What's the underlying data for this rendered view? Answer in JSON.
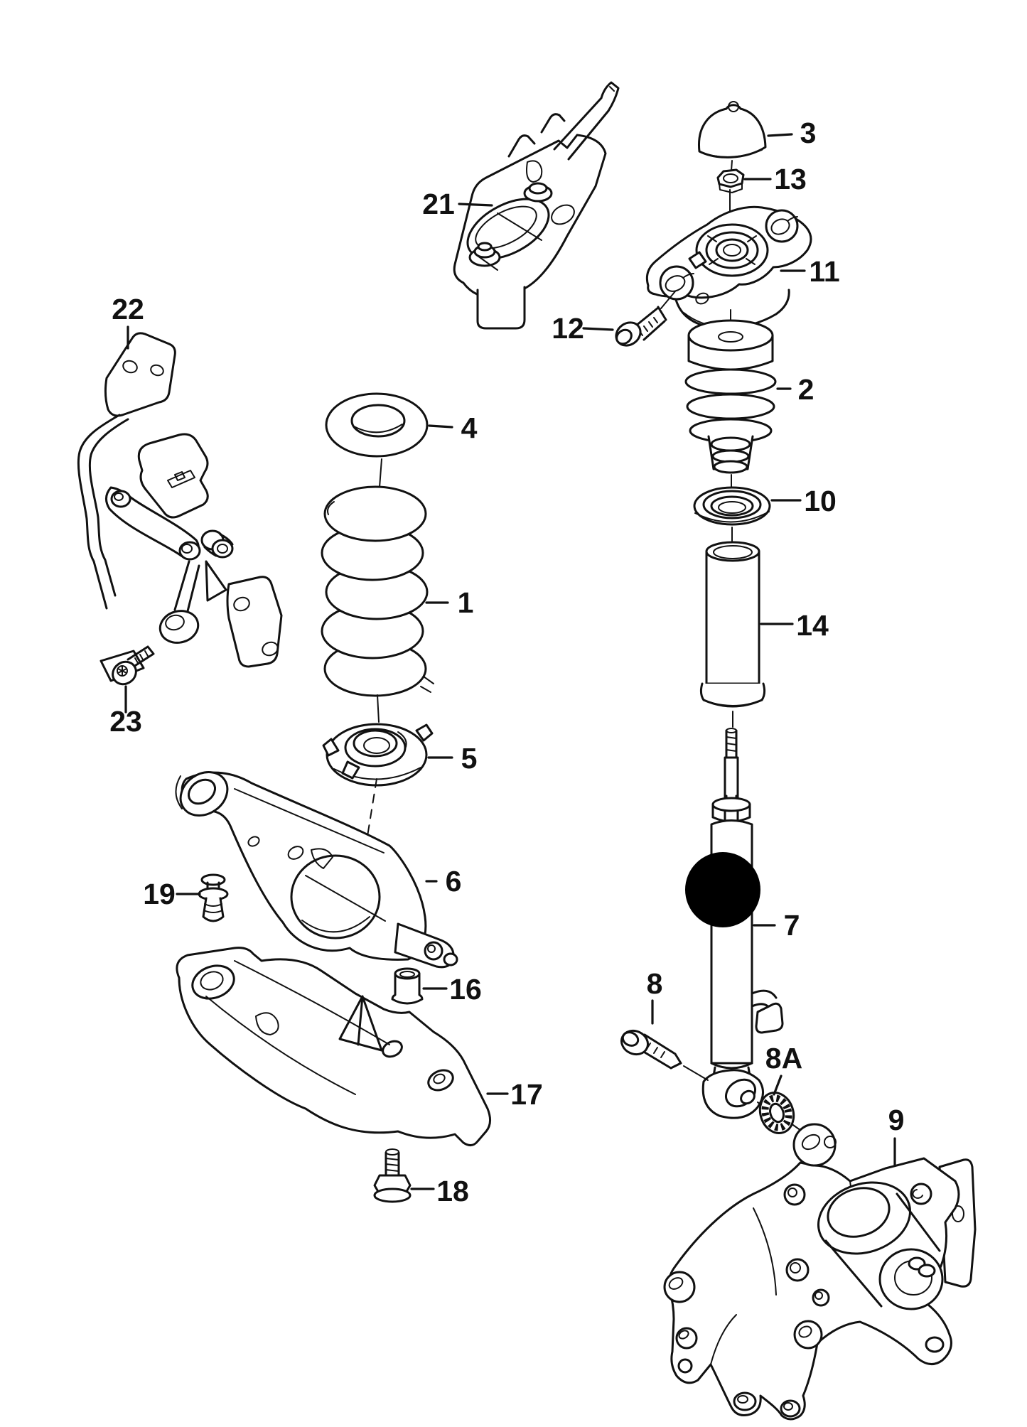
{
  "figure": {
    "type": "exploded-parts-diagram",
    "background_color": "#ffffff",
    "line_color": "#111111",
    "highlight": {
      "shape": "filled-circle",
      "color": "#000000"
    },
    "callouts": [
      {
        "label": "1"
      },
      {
        "label": "2"
      },
      {
        "label": "3"
      },
      {
        "label": "4"
      },
      {
        "label": "5"
      },
      {
        "label": "6"
      },
      {
        "label": "7"
      },
      {
        "label": "8"
      },
      {
        "label": "8A"
      },
      {
        "label": "9"
      },
      {
        "label": "10"
      },
      {
        "label": "11"
      },
      {
        "label": "12"
      },
      {
        "label": "13"
      },
      {
        "label": "14"
      },
      {
        "label": "16"
      },
      {
        "label": "17"
      },
      {
        "label": "18"
      },
      {
        "label": "19"
      },
      {
        "label": "21"
      },
      {
        "label": "22"
      },
      {
        "label": "23"
      }
    ]
  }
}
